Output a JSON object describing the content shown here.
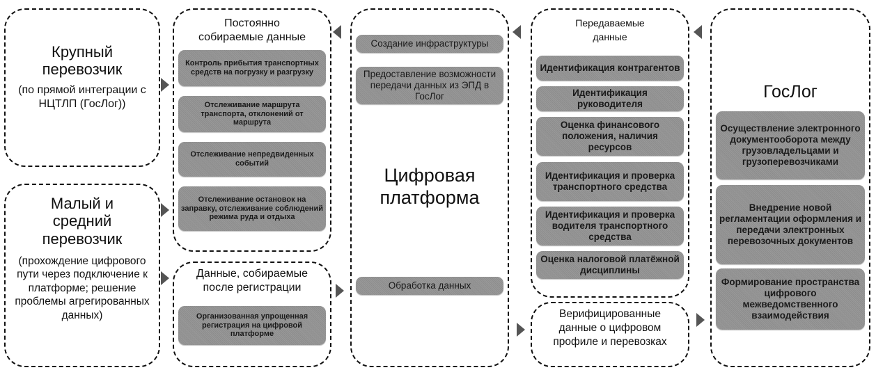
{
  "large_carrier": {
    "title": "Крупный перевозчик",
    "subtitle": "(по прямой интеграции с НЦТЛП (ГосЛог))"
  },
  "small_carrier": {
    "title": "Малый и средний перевозчик",
    "subtitle": "(прохождение цифрового пути через подключение к платформе; решение проблемы агрегированных данных)"
  },
  "constant_data": {
    "title": "Постоянно собираемые данные",
    "items": [
      "Контроль прибытия транспортных средств на погрузку и разгрузку",
      "Отслеживание маршрута транспорта, отклонений от маршрута",
      "Отслеживание непредвиденных событий",
      "Отслеживание остановок на заправку, отслеживание соблюдений режима руда и отдыха"
    ]
  },
  "registration_data": {
    "title": "Данные, собираемые после регистрации",
    "items": [
      "Организованная упрощенная регистрация на цифровой платформе"
    ]
  },
  "platform": {
    "title": "Цифровая платформа",
    "items": [
      "Создание инфраструктуры",
      "Предоставление возможности передачи данных из ЭПД в ГосЛог",
      "Обработка данных"
    ]
  },
  "transmitted_data": {
    "title": "Передаваемые данные",
    "items": [
      "Идентификация контрагентов",
      "Идентификация руководителя",
      "Оценка финансового положения, наличия ресурсов",
      "Идентификация и проверка транспортного средства",
      "Идентификация и проверка водителя транспортного средства",
      "Оценка налоговой платёжной дисциплины"
    ]
  },
  "verified_data": {
    "title": "Верифицированные данные о цифровом профиле и перевозках"
  },
  "goslog": {
    "title": "ГосЛог",
    "items": [
      "Осуществление электронного документооборота между грузовладельцами и грузоперевозчиками",
      "Внедрение новой регламентации оформления и передачи электронных перевозочных документов",
      "Формирование пространства цифрового межведомственного взаимодействия"
    ]
  }
}
